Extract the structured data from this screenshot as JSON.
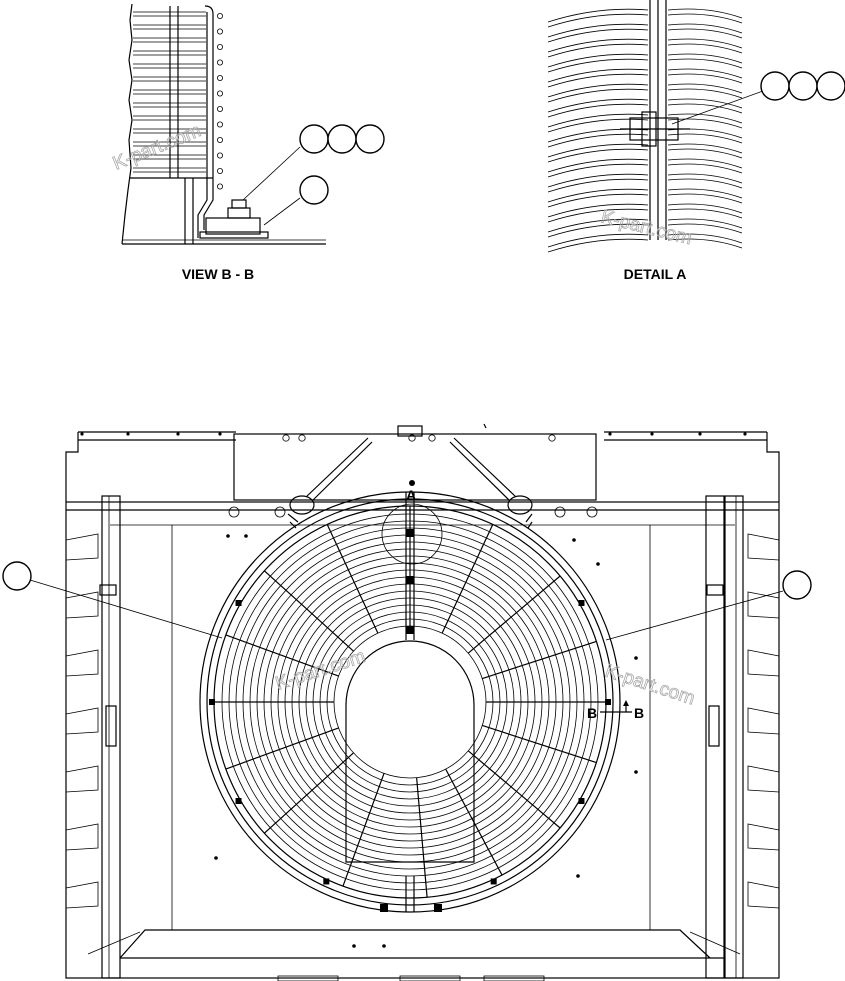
{
  "labels": {
    "view_bb": "VIEW B - B",
    "detail_a": "DETAIL A",
    "section_a": "A",
    "section_b_left": "B",
    "section_b_right": "B"
  },
  "watermark": "K-part.com",
  "colors": {
    "line": "#000000",
    "watermark": "#aaaaaa"
  }
}
